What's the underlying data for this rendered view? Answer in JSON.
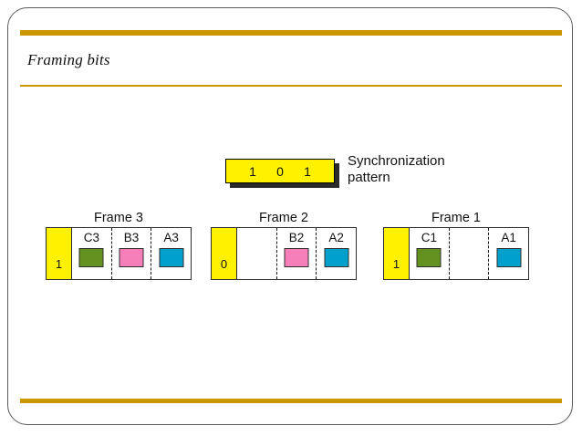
{
  "slide": {
    "title": "Framing bits",
    "accent_color": "#cb9600",
    "border_color": "#5a5a5a"
  },
  "sync": {
    "bits": [
      "1",
      "0",
      "1"
    ],
    "label": "Synchronization\npattern",
    "box_color": "#fff100",
    "shadow_color": "#2b2b2b"
  },
  "frames": [
    {
      "caption": "Frame 3",
      "framing_bit": "1",
      "slots": [
        {
          "label": "C3",
          "chip": "green",
          "chip_color": "#639220"
        },
        {
          "label": "B3",
          "chip": "pink",
          "chip_color": "#f77fb9"
        },
        {
          "label": "A3",
          "chip": "cyan",
          "chip_color": "#00a0cc"
        }
      ]
    },
    {
      "caption": "Frame 2",
      "framing_bit": "0",
      "slots": [
        {
          "label": "",
          "chip": "none",
          "chip_color": ""
        },
        {
          "label": "B2",
          "chip": "pink",
          "chip_color": "#f77fb9"
        },
        {
          "label": "A2",
          "chip": "cyan",
          "chip_color": "#00a0cc"
        }
      ]
    },
    {
      "caption": "Frame 1",
      "framing_bit": "1",
      "slots": [
        {
          "label": "C1",
          "chip": "green",
          "chip_color": "#639220"
        },
        {
          "label": "",
          "chip": "none",
          "chip_color": ""
        },
        {
          "label": "A1",
          "chip": "cyan",
          "chip_color": "#00a0cc"
        }
      ]
    }
  ]
}
